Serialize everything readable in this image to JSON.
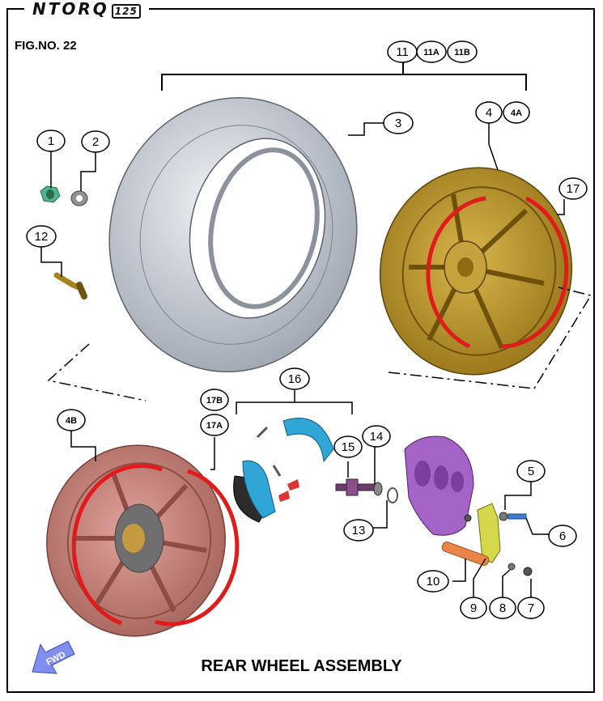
{
  "header": {
    "logo_text": "NTORQ",
    "logo_sub": "125",
    "figure_no": "FIG.NO. 22"
  },
  "title": "REAR WHEEL ASSEMBLY",
  "fwd_label": "FWD",
  "callouts": {
    "c1": "1",
    "c2": "2",
    "c3": "3",
    "c4": "4",
    "c4a": "4A",
    "c4b": "4B",
    "c5": "5",
    "c6": "6",
    "c7": "7",
    "c8": "8",
    "c9": "9",
    "c10": "10",
    "c11": "11",
    "c11a": "11A",
    "c11b": "11B",
    "c12": "12",
    "c13": "13",
    "c14": "14",
    "c15": "15",
    "c16": "16",
    "c17": "17",
    "c17a": "17A",
    "c17b": "17B"
  },
  "colors": {
    "tyre": "#c9ced6",
    "wheel_gold": "#b8932a",
    "wheel_red": "#c98078",
    "shoe_blue": "#2fa6d6",
    "plate_purple": "#a463c7",
    "arm_yellow": "#d4d84a",
    "spring_orange": "#e8864a",
    "highlight_red": "#e01b1b",
    "fwd_arrow": "#7f8ff0"
  }
}
